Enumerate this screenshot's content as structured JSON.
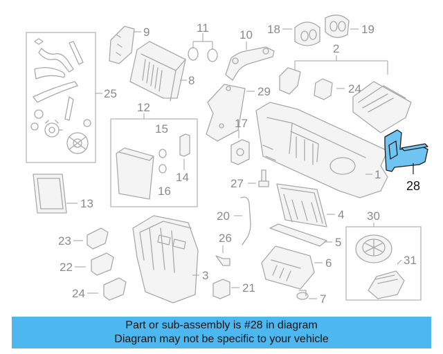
{
  "callouts": {
    "n1": "1",
    "n2": "2",
    "n3": "3",
    "n4": "4",
    "n5": "5",
    "n6": "6",
    "n7": "7",
    "n8": "8",
    "n9": "9",
    "n10": "10",
    "n11": "11",
    "n12": "12",
    "n13": "13",
    "n14": "14",
    "n15": "15",
    "n16": "16",
    "n17": "17",
    "n18": "18",
    "n19": "19",
    "n20": "20",
    "n21": "21",
    "n22": "22",
    "n23": "23",
    "n24a": "24",
    "n24b": "24",
    "n25": "25",
    "n26": "26",
    "n27": "27",
    "n28": "28",
    "n29": "29",
    "n30": "30",
    "n31": "31"
  },
  "highlighted_part": "28",
  "banner": {
    "line1": "Part or sub-assembly is #28 in diagram",
    "line2": "Diagram may not be specific to your vehicle"
  },
  "colors": {
    "highlight_fill": "#6fc4f2",
    "banner_bg": "#4cb8ef",
    "line_gray": "#a9a9a9"
  }
}
